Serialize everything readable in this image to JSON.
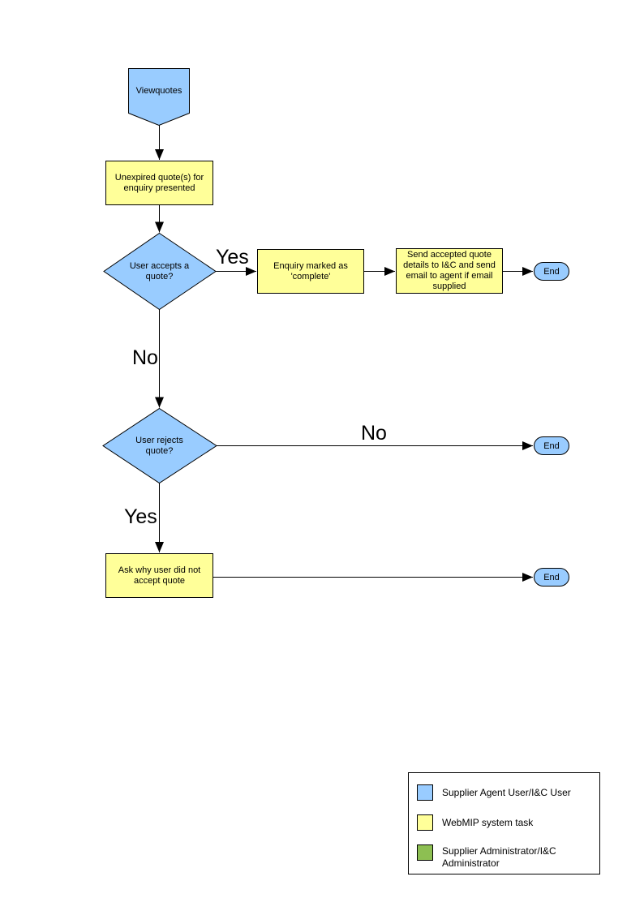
{
  "colors": {
    "user_actor": "#99CCFF",
    "system_task": "#FFFF99",
    "admin_actor": "#8DBF52",
    "line": "#000000"
  },
  "flow": {
    "start": "Viewquotes",
    "unexpired": "Unexpired quote(s) for enquiry presented",
    "accept_question": "User accepts a quote?",
    "accept_yes": "Yes",
    "accept_no": "No",
    "marked_complete": "Enquiry marked as 'complete'",
    "send_details": "Send accepted quote details to I&C and send email to agent if email supplied",
    "reject_question": "User rejects quote?",
    "reject_no": "No",
    "reject_yes": "Yes",
    "ask_why": "Ask why user did not accept quote",
    "end1": "End",
    "end2": "End",
    "end3": "End"
  },
  "legend": {
    "items": [
      {
        "label": "Supplier Agent User/I&C User",
        "color": "#99CCFF"
      },
      {
        "label": "WebMIP system task",
        "color": "#FFFF99"
      },
      {
        "label": "Supplier Administrator/I&C Administrator",
        "color": "#8DBF52"
      }
    ]
  }
}
